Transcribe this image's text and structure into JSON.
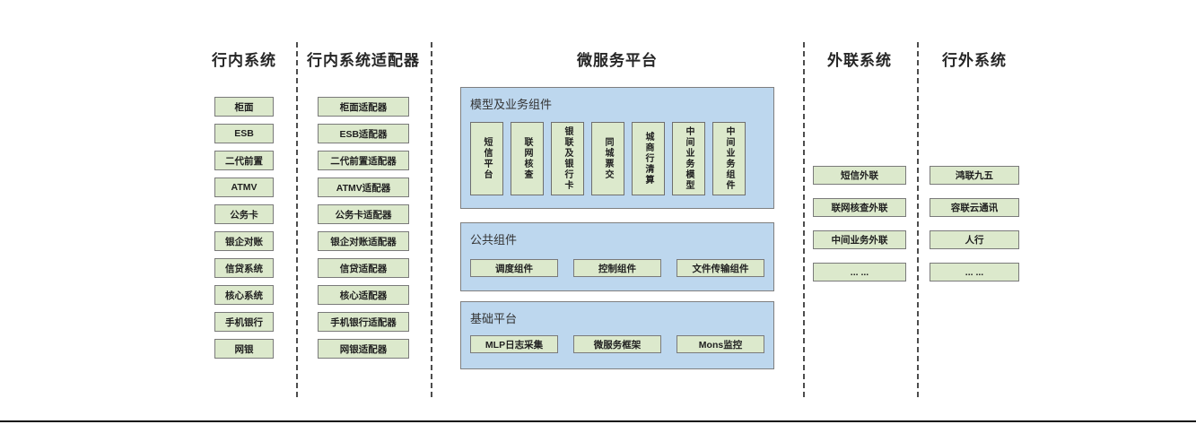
{
  "diagram": {
    "columns": [
      {
        "title": "行内系统",
        "items": [
          "柜面",
          "ESB",
          "二代前置",
          "ATMV",
          "公务卡",
          "银企对账",
          "信贷系统",
          "核心系统",
          "手机银行",
          "网银"
        ]
      },
      {
        "title": "行内系统适配器",
        "items": [
          "柜面适配器",
          "ESB适配器",
          "二代前置适配器",
          "ATMV适配器",
          "公务卡适配器",
          "银企对账适配器",
          "信贷适配器",
          "核心适配器",
          "手机银行适配器",
          "网银适配器"
        ]
      },
      {
        "title": "外联系统",
        "items": [
          "短信外联",
          "联网核查外联",
          "中间业务外联",
          "... ..."
        ]
      },
      {
        "title": "行外系统",
        "items": [
          "鸿联九五",
          "容联云通讯",
          "人行",
          "... ..."
        ]
      }
    ],
    "platform": {
      "title": "微服务平台",
      "sections": [
        {
          "label": "模型及业务组件",
          "items": [
            "短信平台",
            "联网核查",
            "银联及银行卡",
            "同城票交",
            "城商行清算",
            "中间业务模型",
            "中间业务组件"
          ]
        },
        {
          "label": "公共组件",
          "items": [
            "调度组件",
            "控制组件",
            "文件传输组件"
          ]
        },
        {
          "label": "基础平台",
          "items": [
            "MLP日志采集",
            "微服务框架",
            "Mons监控"
          ]
        }
      ]
    },
    "colors": {
      "box_fill": "#dce9cc",
      "box_border": "#7a7a7a",
      "panel_fill": "#bdd7ee",
      "panel_border": "#7f7f7f",
      "rule": "#111111"
    }
  }
}
